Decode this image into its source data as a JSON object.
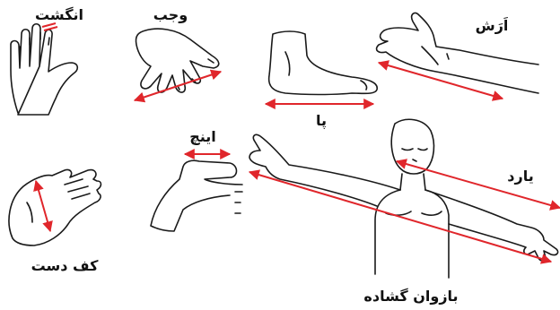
{
  "labels": {
    "finger": "انگشت",
    "span": "وجب",
    "foot": "پا",
    "forearm": "اَرَش",
    "palm": "کف دست",
    "inch": "اینچ",
    "yard": "یارد",
    "armspan": "بازوان گشاده"
  },
  "colors": {
    "measure_line": "#e0262b",
    "ink": "#1a1a1a"
  },
  "icons": [
    "hand-finger-icon",
    "spread-hand-icon",
    "foot-icon",
    "forearm-icon",
    "palm-icon",
    "thumb-inch-icon",
    "armspan-figure-icon"
  ]
}
